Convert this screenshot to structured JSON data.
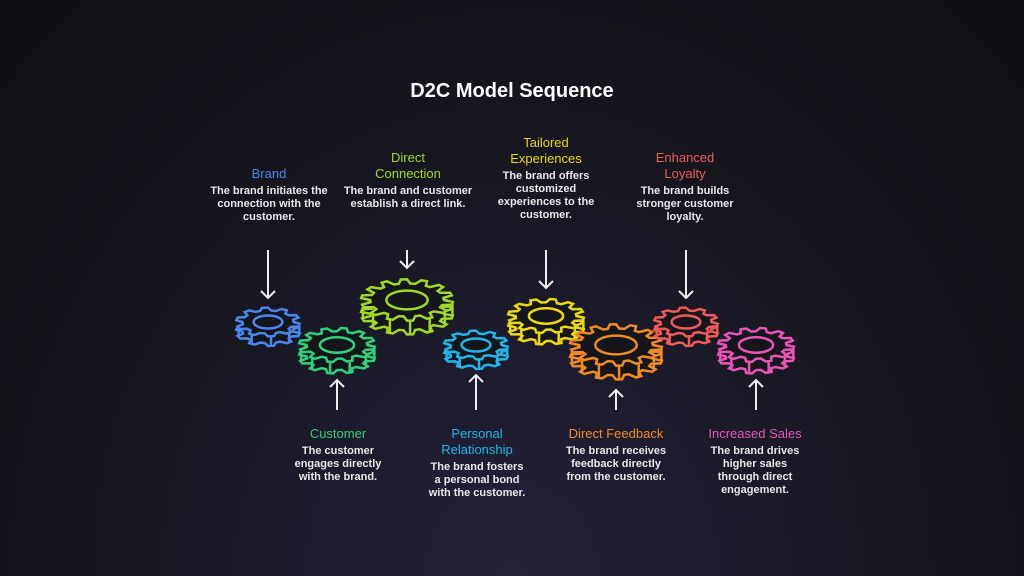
{
  "title": "D2C Model Sequence",
  "steps": [
    {
      "title": "Brand",
      "desc": "The brand initiates the connection with the customer.",
      "color": "#4a86f0",
      "position": "top"
    },
    {
      "title": "Customer",
      "desc": "The customer engages directly with the brand.",
      "color": "#2fd07a",
      "position": "bottom"
    },
    {
      "title": "Direct Connection",
      "desc": "The brand and customer establish a direct link.",
      "color": "#9fd923",
      "position": "top"
    },
    {
      "title": "Personal Relationship",
      "desc": "The brand fosters a personal bond with the customer.",
      "color": "#1fb6ea",
      "position": "bottom"
    },
    {
      "title": "Tailored Experiences",
      "desc": "The brand offers customized experiences to the customer.",
      "color": "#ecd80f",
      "position": "top"
    },
    {
      "title": "Direct Feedback",
      "desc": "The brand receives feedback directly from the customer.",
      "color": "#f28a22",
      "position": "bottom"
    },
    {
      "title": "Enhanced Loyalty",
      "desc": "The brand builds stronger customer loyalty.",
      "color": "#f05a5a",
      "position": "top"
    },
    {
      "title": "Increased Sales",
      "desc": "The brand drives higher sales through direct engagement.",
      "color": "#ea54b8",
      "position": "bottom"
    }
  ]
}
